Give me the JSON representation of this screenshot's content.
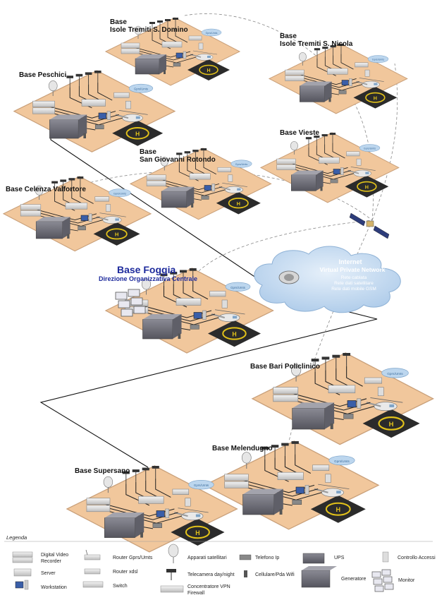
{
  "bases": [
    {
      "id": "tremiti-domino",
      "line1": "Base",
      "line2": "Isole Tremiti S. Domino"
    },
    {
      "id": "tremiti-nicola",
      "line1": "Base",
      "line2": "Isole Tremiti S. Nicola"
    },
    {
      "id": "peschici",
      "line1": "Base Peschici",
      "line2": ""
    },
    {
      "id": "vieste",
      "line1": "Base Vieste",
      "line2": ""
    },
    {
      "id": "san-giovanni",
      "line1": "Base",
      "line2": "San Giovanni Rotondo"
    },
    {
      "id": "celenza",
      "line1": "Base Celenza Valfortore",
      "line2": ""
    },
    {
      "id": "bari",
      "line1": "Base Bari Policlinico",
      "line2": ""
    },
    {
      "id": "melendugno",
      "line1": "Base Melendugno",
      "line2": ""
    },
    {
      "id": "supersano",
      "line1": "Base Supersano",
      "line2": ""
    }
  ],
  "foggia": {
    "title": "Base Foggia",
    "subtitle": "Direzione Organizzativa Centrale"
  },
  "cloud": {
    "title": "Internet",
    "subtitle": "Virtual Private Network",
    "lines": [
      "Rete cablata",
      "Rete dati satellitare",
      "Rete dati mobile GSM"
    ]
  },
  "device_labels": {
    "router_gprs": "Gprs/Umts"
  },
  "legend": {
    "title": "Legenda",
    "items": [
      {
        "id": "dvr",
        "label": "Digital Video\nRecorder",
        "icon": "dvr-icon"
      },
      {
        "id": "server",
        "label": "Server",
        "icon": "server-icon"
      },
      {
        "id": "workstation",
        "label": "Workstation",
        "icon": "workstation-icon"
      },
      {
        "id": "router-gprs",
        "label": "Router Gprs/Umts",
        "icon": "router-gprs-icon"
      },
      {
        "id": "router-xdsl",
        "label": "Router xdsl",
        "icon": "router-xdsl-icon"
      },
      {
        "id": "switch",
        "label": "Switch",
        "icon": "switch-icon"
      },
      {
        "id": "satellite",
        "label": "Apparati satellitari",
        "icon": "satellite-dish-icon"
      },
      {
        "id": "camera",
        "label": "Telecamera day/night",
        "icon": "camera-icon"
      },
      {
        "id": "vpn",
        "label": "Concentratore VPN\nFirewall",
        "icon": "vpn-concentrator-icon"
      },
      {
        "id": "phone",
        "label": "Telefono Ip",
        "icon": "ip-phone-icon"
      },
      {
        "id": "mobile",
        "label": "Cellulare/Pda Wifi",
        "icon": "mobile-phone-icon"
      },
      {
        "id": "ups",
        "label": "UPS",
        "icon": "ups-icon"
      },
      {
        "id": "generator",
        "label": "Generatore",
        "icon": "generator-icon"
      },
      {
        "id": "access",
        "label": "Controllo Accessi",
        "icon": "access-control-icon"
      },
      {
        "id": "monitor",
        "label": "Monitor",
        "icon": "monitor-icon"
      }
    ]
  },
  "colors": {
    "platform": "#f1c79c",
    "platform_edge": "#c9a07a",
    "helipad": "#2b2b2b",
    "helipad_ring": "#e2c21a",
    "cloud": "#bcd6ee",
    "wan_line": "#111111",
    "radio_link": "#888888",
    "foggia_title": "#1d2a9c"
  }
}
